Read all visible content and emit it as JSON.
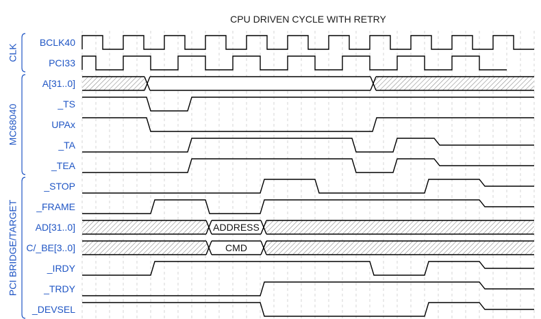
{
  "title": "CPU DRIVEN CYCLE WITH RETRY",
  "colors": {
    "label": "#1f55c4",
    "wave": "#000000",
    "grid": "#d6d6d6",
    "hatch": "#8a8a8a"
  },
  "time_axis": {
    "start": 0,
    "end": 33,
    "unit": "half-tick",
    "grid_step": 1
  },
  "groups": [
    {
      "name": "CLK",
      "signals": [
        "BCLK40",
        "PCI33"
      ]
    },
    {
      "name": "MC68040",
      "signals": [
        "A[31..0]",
        "_TS",
        "UPAx",
        "_TA",
        "_TEA"
      ]
    },
    {
      "name": "PCI BRIDGE/TARGET",
      "signals": [
        "_STOP",
        "_FRAME",
        "AD[31..0]",
        "C/_BE[3..0]",
        "_IRDY",
        "_TRDY",
        "_DEVSEL"
      ]
    }
  ],
  "signals": [
    {
      "name": "BCLK40",
      "type": "clock",
      "segments": [
        [
          0,
          1.5,
          "h"
        ],
        [
          1.5,
          3,
          "l"
        ],
        [
          3,
          4.5,
          "h"
        ],
        [
          4.5,
          6,
          "l"
        ],
        [
          6,
          7.5,
          "h"
        ],
        [
          7.5,
          9,
          "l"
        ],
        [
          9,
          10.5,
          "h"
        ],
        [
          10.5,
          12,
          "l"
        ],
        [
          12,
          13.5,
          "h"
        ],
        [
          13.5,
          15,
          "l"
        ],
        [
          15,
          16.5,
          "h"
        ],
        [
          16.5,
          18,
          "l"
        ],
        [
          18,
          19.5,
          "h"
        ],
        [
          19.5,
          21,
          "l"
        ],
        [
          21,
          22.5,
          "h"
        ],
        [
          22.5,
          24,
          "l"
        ],
        [
          24,
          25.5,
          "h"
        ],
        [
          25.5,
          27,
          "l"
        ],
        [
          27,
          28.5,
          "h"
        ],
        [
          28.5,
          30,
          "l"
        ],
        [
          30,
          31.5,
          "h"
        ],
        [
          31.5,
          33,
          "l"
        ]
      ]
    },
    {
      "name": "PCI33",
      "type": "clock",
      "segments": [
        [
          0,
          1,
          "h"
        ],
        [
          1,
          3,
          "l"
        ],
        [
          3,
          5,
          "h"
        ],
        [
          5,
          7,
          "l"
        ],
        [
          7,
          9,
          "h"
        ],
        [
          9,
          11,
          "l"
        ],
        [
          11,
          13,
          "h"
        ],
        [
          13,
          15,
          "l"
        ],
        [
          15,
          17,
          "h"
        ],
        [
          17,
          19,
          "l"
        ],
        [
          19,
          21,
          "h"
        ],
        [
          21,
          23,
          "l"
        ],
        [
          23,
          25,
          "h"
        ],
        [
          25,
          27,
          "l"
        ],
        [
          27,
          29,
          "h"
        ],
        [
          29,
          31,
          "l"
        ]
      ]
    },
    {
      "name": "A[31..0]",
      "type": "bus",
      "segments": [
        [
          0,
          4.75,
          "x",
          ""
        ],
        [
          4.75,
          21.25,
          "d",
          ""
        ],
        [
          21.25,
          33,
          "x",
          ""
        ]
      ]
    },
    {
      "name": "_TS",
      "type": "bit",
      "levels": [
        [
          0,
          "h"
        ],
        [
          4.7,
          "l"
        ],
        [
          7.7,
          "h"
        ]
      ],
      "end": 33
    },
    {
      "name": "UPAx",
      "type": "bit",
      "levels": [
        [
          0,
          "h"
        ],
        [
          4.7,
          "l"
        ],
        [
          21.2,
          "h"
        ]
      ],
      "end": 33
    },
    {
      "name": "_TA",
      "type": "bit",
      "levels": [
        [
          0,
          "l"
        ],
        [
          7.7,
          "h"
        ],
        [
          19.7,
          "l"
        ],
        [
          22.7,
          "h"
        ],
        [
          25.7,
          "z"
        ]
      ],
      "end": 33
    },
    {
      "name": "_TEA",
      "type": "bit",
      "levels": [
        [
          0,
          "l"
        ],
        [
          7.7,
          "h"
        ],
        [
          19.7,
          "l"
        ],
        [
          22.7,
          "h"
        ],
        [
          25.7,
          "z"
        ]
      ],
      "end": 33
    },
    {
      "name": "_STOP",
      "type": "bit",
      "levels": [
        [
          0,
          "l"
        ],
        [
          13.0,
          "h"
        ],
        [
          17.0,
          "l"
        ],
        [
          25.0,
          "h"
        ],
        [
          29.0,
          "z"
        ]
      ],
      "end": 33
    },
    {
      "name": "_FRAME",
      "type": "bit",
      "levels": [
        [
          0,
          "l"
        ],
        [
          5.0,
          "h"
        ],
        [
          9.0,
          "l"
        ],
        [
          13.0,
          "h"
        ],
        [
          21.0,
          "h"
        ],
        [
          29.0,
          "z"
        ]
      ],
      "end": 33
    },
    {
      "name": "AD[31..0]",
      "type": "bus",
      "segments": [
        [
          0,
          9.25,
          "x",
          ""
        ],
        [
          9.25,
          13.25,
          "d",
          "ADDRESS"
        ],
        [
          13.25,
          33,
          "x",
          ""
        ]
      ]
    },
    {
      "name": "C/_BE[3..0]",
      "type": "bus",
      "segments": [
        [
          0,
          9.25,
          "x",
          ""
        ],
        [
          9.25,
          13.25,
          "d",
          "CMD"
        ],
        [
          13.25,
          33,
          "x",
          ""
        ]
      ]
    },
    {
      "name": "_IRDY",
      "type": "bit",
      "levels": [
        [
          0,
          "l"
        ],
        [
          5.0,
          "h"
        ],
        [
          21.0,
          "l"
        ],
        [
          25.0,
          "h"
        ],
        [
          29.0,
          "z"
        ]
      ],
      "end": 33
    },
    {
      "name": "_TRDY",
      "type": "bit",
      "levels": [
        [
          0,
          "l"
        ],
        [
          13.0,
          "h"
        ],
        [
          29.0,
          "z"
        ]
      ],
      "end": 33
    },
    {
      "name": "_DEVSEL",
      "type": "bit",
      "levels": [
        [
          0,
          "h"
        ],
        [
          13.0,
          "l"
        ],
        [
          25.0,
          "h"
        ],
        [
          29.0,
          "z"
        ]
      ],
      "end": 33
    }
  ]
}
